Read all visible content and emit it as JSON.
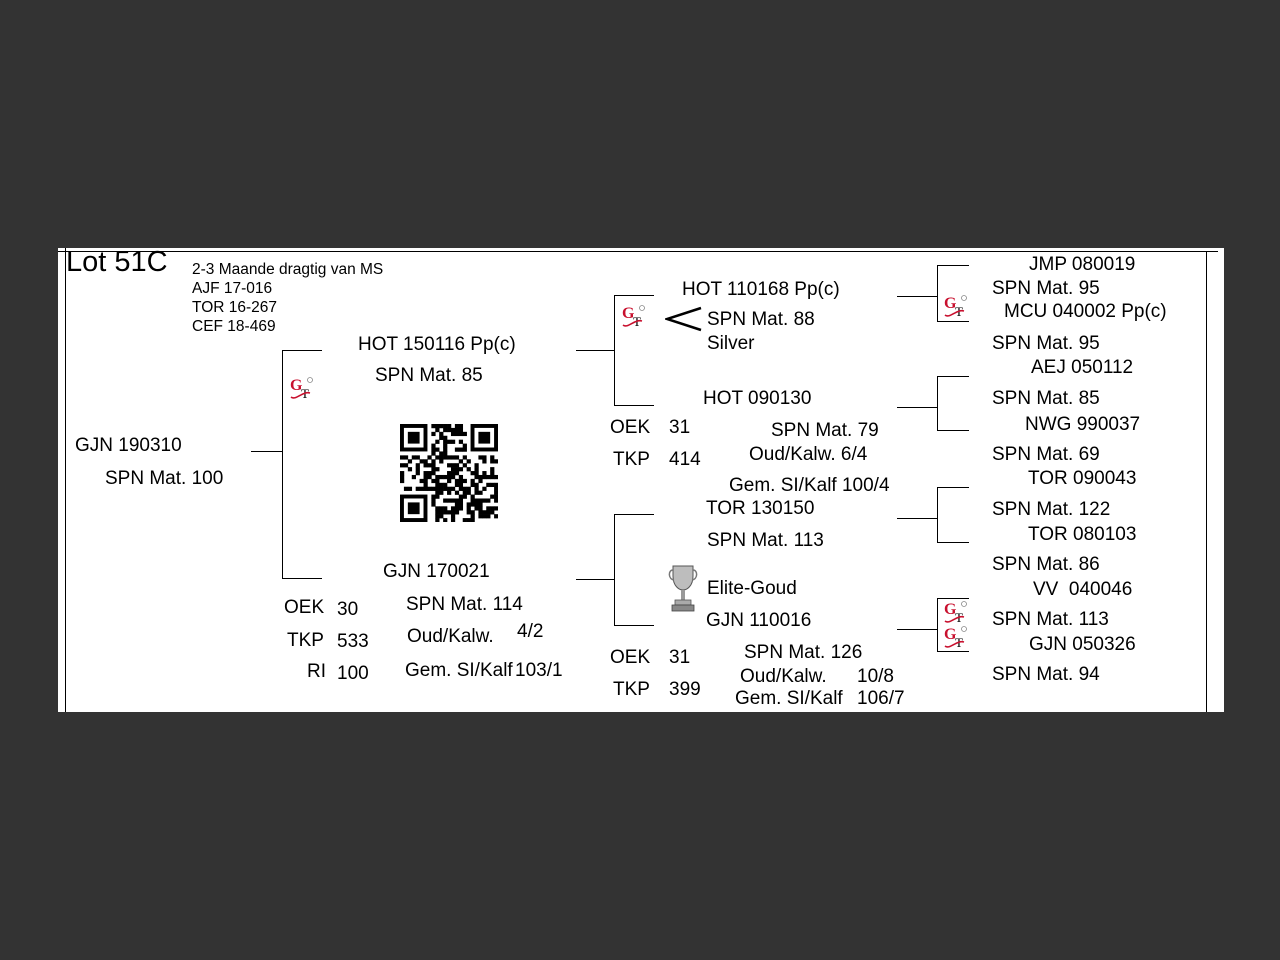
{
  "lot": {
    "title": "Lot 51C"
  },
  "notes": [
    "2-3 Maande dragtig van MS",
    "AJF 17-016",
    "TOR 16-267",
    "CEF 18-469"
  ],
  "subject": {
    "id": "GJN 190310",
    "spn": "SPN Mat. 100"
  },
  "sire": {
    "id": "HOT 150116  Pp(c)",
    "spn": "SPN Mat. 85"
  },
  "dam": {
    "id": "GJN 170021",
    "spn": "SPN Mat. 114",
    "oud_label": "Oud/Kalw.",
    "oud_value": "4/2",
    "gem_label": "Gem. SI/Kalf",
    "gem_value": "103/1",
    "oek_label": "OEK",
    "oek_value": "30",
    "tkp_label": "TKP",
    "tkp_value": "533",
    "ri_label": "RI",
    "ri_value": "100"
  },
  "ss": {
    "id": "HOT 110168  Pp(c)",
    "spn": "SPN Mat. 88",
    "award": "Silver"
  },
  "sd": {
    "id": "HOT 090130",
    "spn": "SPN Mat. 79",
    "oud": "Oud/Kalw.  6/4",
    "gem": "Gem. SI/Kalf  100/4",
    "oek_label": "OEK",
    "oek_value": "31",
    "tkp_label": "TKP",
    "tkp_value": "414"
  },
  "ds": {
    "id": "TOR 130150",
    "spn": "SPN Mat. 113",
    "award": "Elite-Goud"
  },
  "dd": {
    "id": "GJN 110016",
    "spn": "SPN Mat. 126",
    "oud_label": "Oud/Kalw.",
    "oud_value": "10/8",
    "gem_label": "Gem. SI/Kalf",
    "gem_value": "106/7",
    "oek_label": "OEK",
    "oek_value": "31",
    "tkp_label": "TKP",
    "tkp_value": "399"
  },
  "ggp": [
    {
      "id": "JMP 080019",
      "spn": "SPN Mat. 95"
    },
    {
      "id": "MCU 040002  Pp(c)",
      "spn": "SPN Mat. 95"
    },
    {
      "id": "AEJ 050112",
      "spn": "SPN Mat. 85"
    },
    {
      "id": "NWG 990037",
      "spn": "SPN Mat. 69"
    },
    {
      "id": "TOR 090043",
      "spn": "SPN Mat. 122"
    },
    {
      "id": "TOR 080103",
      "spn": "SPN Mat. 86"
    },
    {
      "id": "VV  040046",
      "spn": "SPN Mat. 113"
    },
    {
      "id": "GJN 050326",
      "spn": "SPN Mat. 94"
    }
  ],
  "icons": {
    "logo": "gt-logo",
    "qr": "qr-code",
    "trophy": "trophy-icon",
    "polled": "polled-marker-icon"
  },
  "colors": {
    "background": "#333333",
    "sheet": "#ffffff",
    "logo_red": "#c8102e"
  }
}
